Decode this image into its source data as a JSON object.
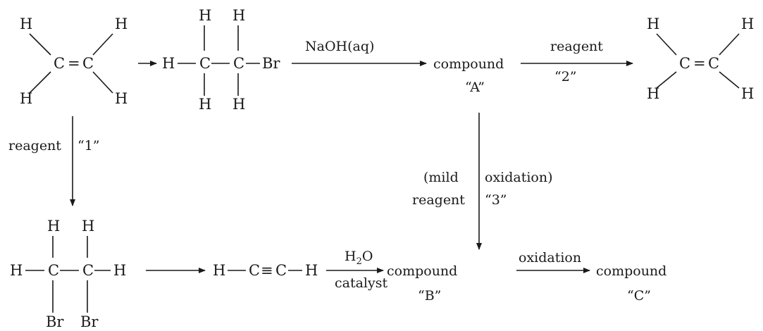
{
  "atoms": {
    "H": "H",
    "C": "C",
    "Br": "Br"
  },
  "bonds": {
    "double": "=",
    "triple": "≡"
  },
  "reagents": {
    "naoh": "NaOH(aq)",
    "reagent_word": "reagent",
    "r1": "“1”",
    "r2": "“2”",
    "r3": "“3”",
    "mild": "(mild",
    "oxidation_paren": "oxidation)",
    "h2o_h": "H",
    "h2o_sub": "2",
    "h2o_o": "O",
    "catalyst": "catalyst",
    "oxidation": "oxidation"
  },
  "compounds": {
    "word": "compound",
    "a": "“A”",
    "b": "“B”",
    "c": "“C”"
  }
}
